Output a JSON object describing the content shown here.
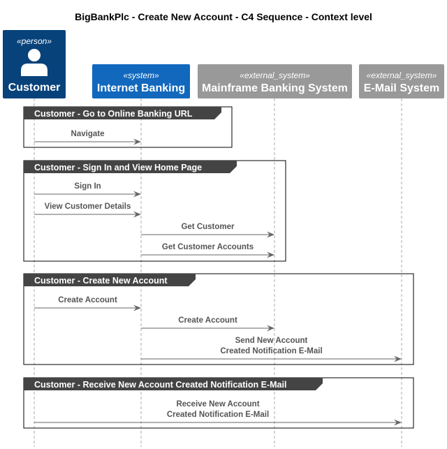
{
  "title": "BigBankPlc - Create New Account - C4 Sequence - Context level",
  "colors": {
    "person": "#08427b",
    "system": "#1168bd",
    "external": "#999999",
    "group_header": "#444444",
    "arrow": "#666666",
    "lifeline": "#aaaaaa"
  },
  "participants": [
    {
      "id": "customer",
      "stereotype": "«person»",
      "name": "Customer",
      "kind": "person",
      "icon": "person-icon"
    },
    {
      "id": "ib",
      "stereotype": "«system»",
      "name": "Internet Banking",
      "kind": "system"
    },
    {
      "id": "mf",
      "stereotype": "«external_system»",
      "name": "Mainframe Banking System",
      "kind": "external"
    },
    {
      "id": "email",
      "stereotype": "«external_system»",
      "name": "E-Mail System",
      "kind": "external"
    }
  ],
  "groups": [
    {
      "label": "Customer - Go to Online Banking URL",
      "messages": [
        {
          "from": "customer",
          "to": "ib",
          "lines": [
            "Navigate"
          ]
        }
      ]
    },
    {
      "label": "Customer - Sign In and View Home Page",
      "messages": [
        {
          "from": "customer",
          "to": "ib",
          "lines": [
            "Sign In"
          ]
        },
        {
          "from": "customer",
          "to": "ib",
          "lines": [
            "View Customer Details"
          ]
        },
        {
          "from": "ib",
          "to": "mf",
          "lines": [
            "Get Customer"
          ]
        },
        {
          "from": "ib",
          "to": "mf",
          "lines": [
            "Get Customer Accounts"
          ]
        }
      ]
    },
    {
      "label": "Customer - Create New Account",
      "messages": [
        {
          "from": "customer",
          "to": "ib",
          "lines": [
            "Create Account"
          ]
        },
        {
          "from": "ib",
          "to": "mf",
          "lines": [
            "Create Account"
          ]
        },
        {
          "from": "ib",
          "to": "email",
          "lines": [
            "Send New Account",
            "Created Notification E-Mail"
          ]
        }
      ]
    },
    {
      "label": "Customer - Receive New Account Created Notification E-Mail",
      "messages": [
        {
          "from": "customer",
          "to": "email",
          "lines": [
            "Receive New Account",
            "Created Notification E-Mail"
          ]
        }
      ]
    }
  ]
}
